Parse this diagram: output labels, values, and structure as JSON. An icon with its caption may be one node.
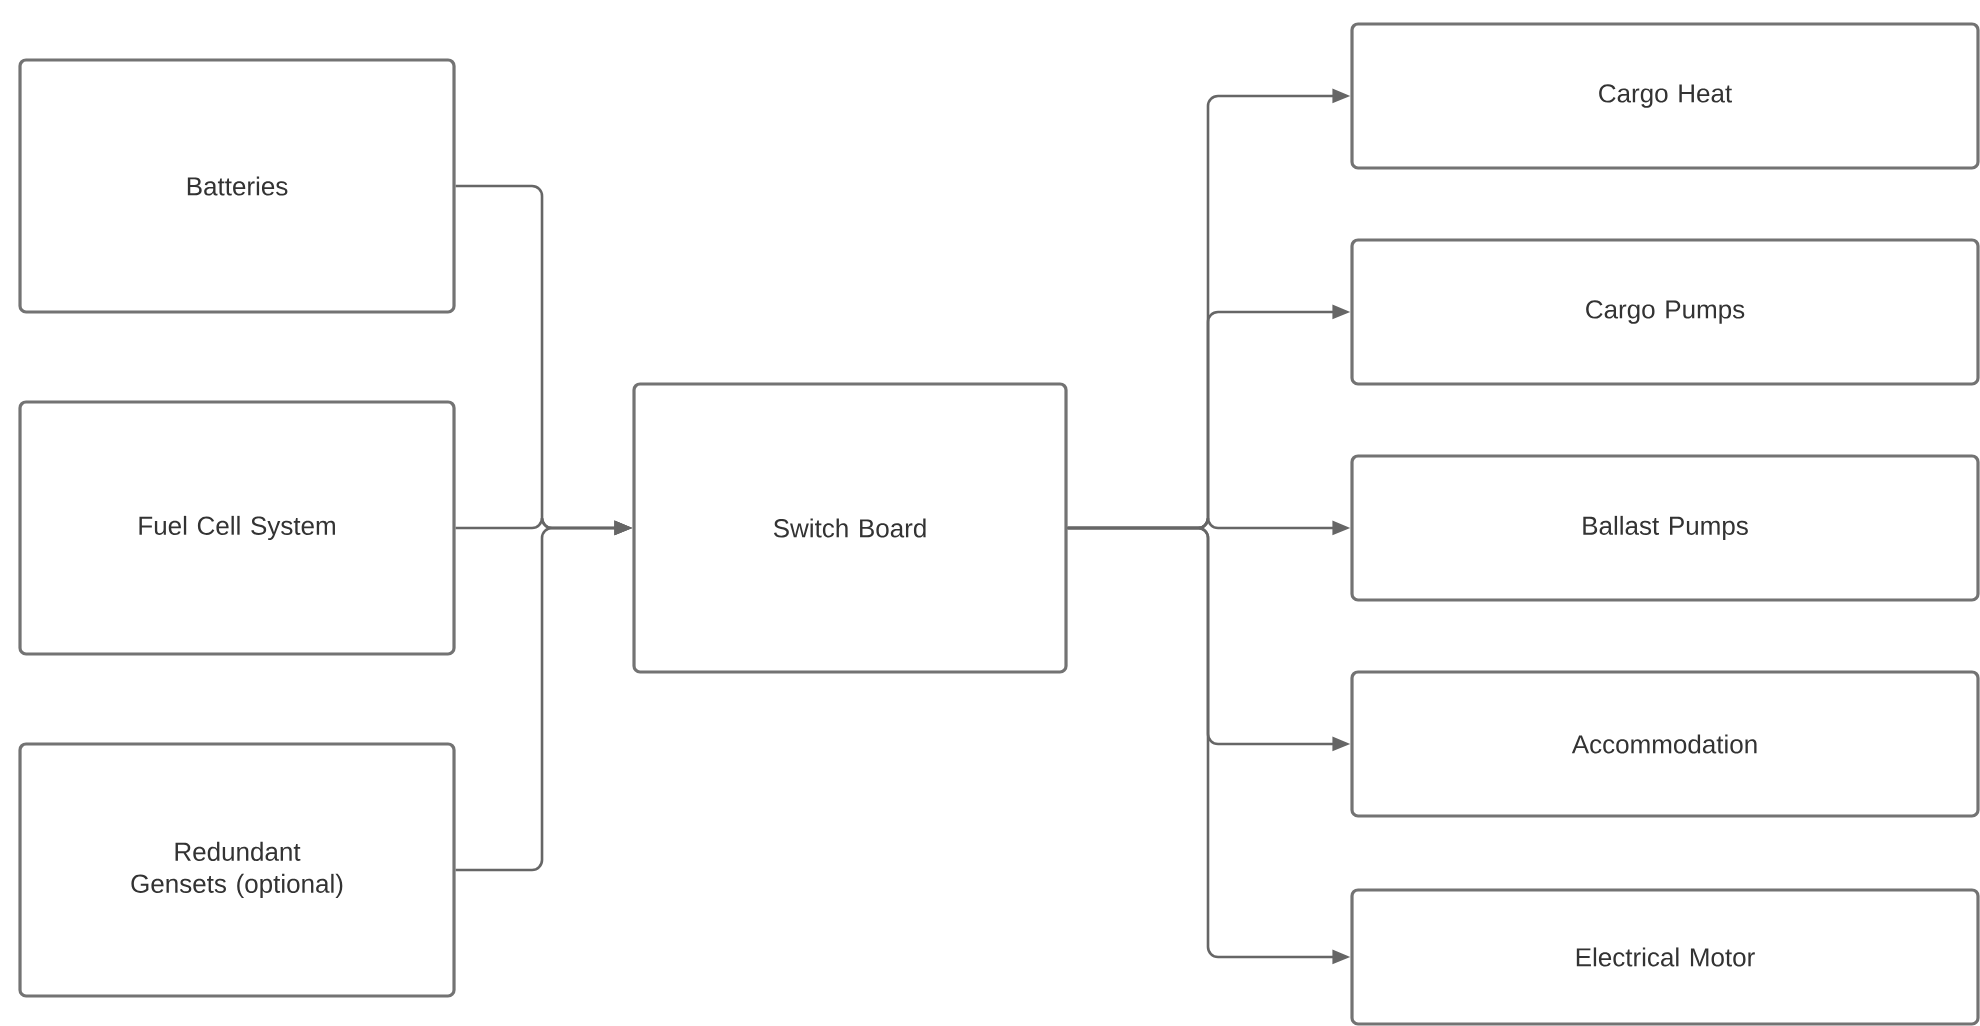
{
  "diagram": {
    "nodes": [
      {
        "text": [
          "Batteries"
        ]
      },
      {
        "text": [
          "Fuel Cell System"
        ]
      },
      {
        "text": [
          "Redundant Gensets (optional)"
        ]
      },
      {
        "text": [
          "Switch Board"
        ]
      },
      {
        "text": [
          "Cargo Heat"
        ]
      },
      {
        "text": [
          "Cargo Pumps"
        ]
      },
      {
        "text": [
          "Ballast Pumps"
        ]
      },
      {
        "text": [
          "Accommodation"
        ]
      },
      {
        "text": [
          "Electrical Motor"
        ]
      }
    ],
    "edges": [
      {
        "from": 0,
        "to": 3,
        "arrow": "to"
      },
      {
        "from": 1,
        "to": 3,
        "arrow": "to"
      },
      {
        "from": 2,
        "to": 3,
        "arrow": "to"
      },
      {
        "from": 3,
        "to": 4,
        "arrow": "to"
      },
      {
        "from": 3,
        "to": 5,
        "arrow": "to"
      },
      {
        "from": 3,
        "to": 6,
        "arrow": "to"
      },
      {
        "from": 3,
        "to": 7,
        "arrow": "to"
      },
      {
        "from": 3,
        "to": 8,
        "arrow": "to"
      }
    ]
  }
}
